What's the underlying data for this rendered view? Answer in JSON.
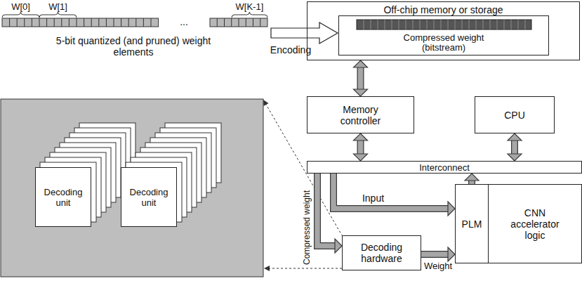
{
  "diagram": {
    "nodes": [
      {
        "text": [
          "Off-chip memory or storage"
        ]
      },
      {
        "text": [
          "Compressed weight (bitstream)"
        ],
        "in": 0
      },
      {
        "text": [
          "Memory controller"
        ]
      },
      {
        "text": [
          "CPU"
        ]
      },
      {
        "text": [
          "Interconnect"
        ]
      },
      {
        "text": [
          "PLM"
        ]
      },
      {
        "text": [
          "CNN accelerator logic"
        ]
      },
      {
        "text": [
          "Decoding hardware"
        ]
      },
      {
        "text": [
          "Decoding unit"
        ]
      },
      {
        "text": [
          "Decoding unit"
        ]
      }
    ],
    "edges": [
      {
        "from": 0,
        "to": 2,
        "arrow": "both"
      },
      {
        "from": 2,
        "to": 4,
        "arrow": "both"
      },
      {
        "from": 3,
        "to": 4,
        "arrow": "both"
      },
      {
        "from": 4,
        "to": 5,
        "label": "Input",
        "arrow": "to"
      },
      {
        "from": 4,
        "to": 7,
        "label": "Compressed weight",
        "arrow": "to"
      },
      {
        "from": 7,
        "to": 5,
        "label": "Weight",
        "arrow": "to"
      },
      {
        "from": 5,
        "to": 4,
        "arrow": "to"
      }
    ],
    "labels": [
      "W[0]",
      "W[1]",
      "W[K-1]",
      "...",
      "5-bit quantized (and pruned) weight elements",
      "Encoding"
    ]
  }
}
